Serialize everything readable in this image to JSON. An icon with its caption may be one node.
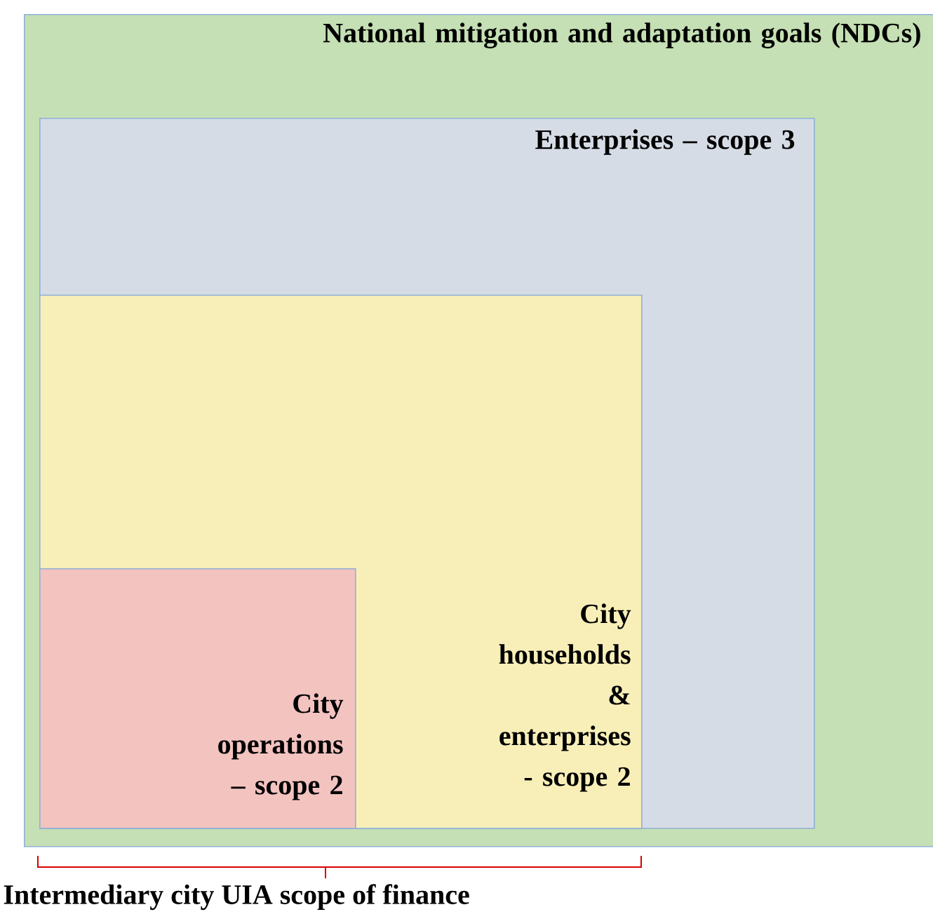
{
  "diagram": {
    "nodes": [
      {
        "text": [
          "National mitigation and adaptation goals (NDCs)"
        ]
      },
      {
        "text": [
          "Enterprises – scope 3"
        ],
        "in": 0
      },
      {
        "text": [
          "City households & enterprises - scope 2"
        ],
        "in": 1
      },
      {
        "text": [
          "City operations – scope 2"
        ],
        "in": 2
      }
    ],
    "labels": [
      "Intermediary city UIA scope of finance"
    ]
  }
}
